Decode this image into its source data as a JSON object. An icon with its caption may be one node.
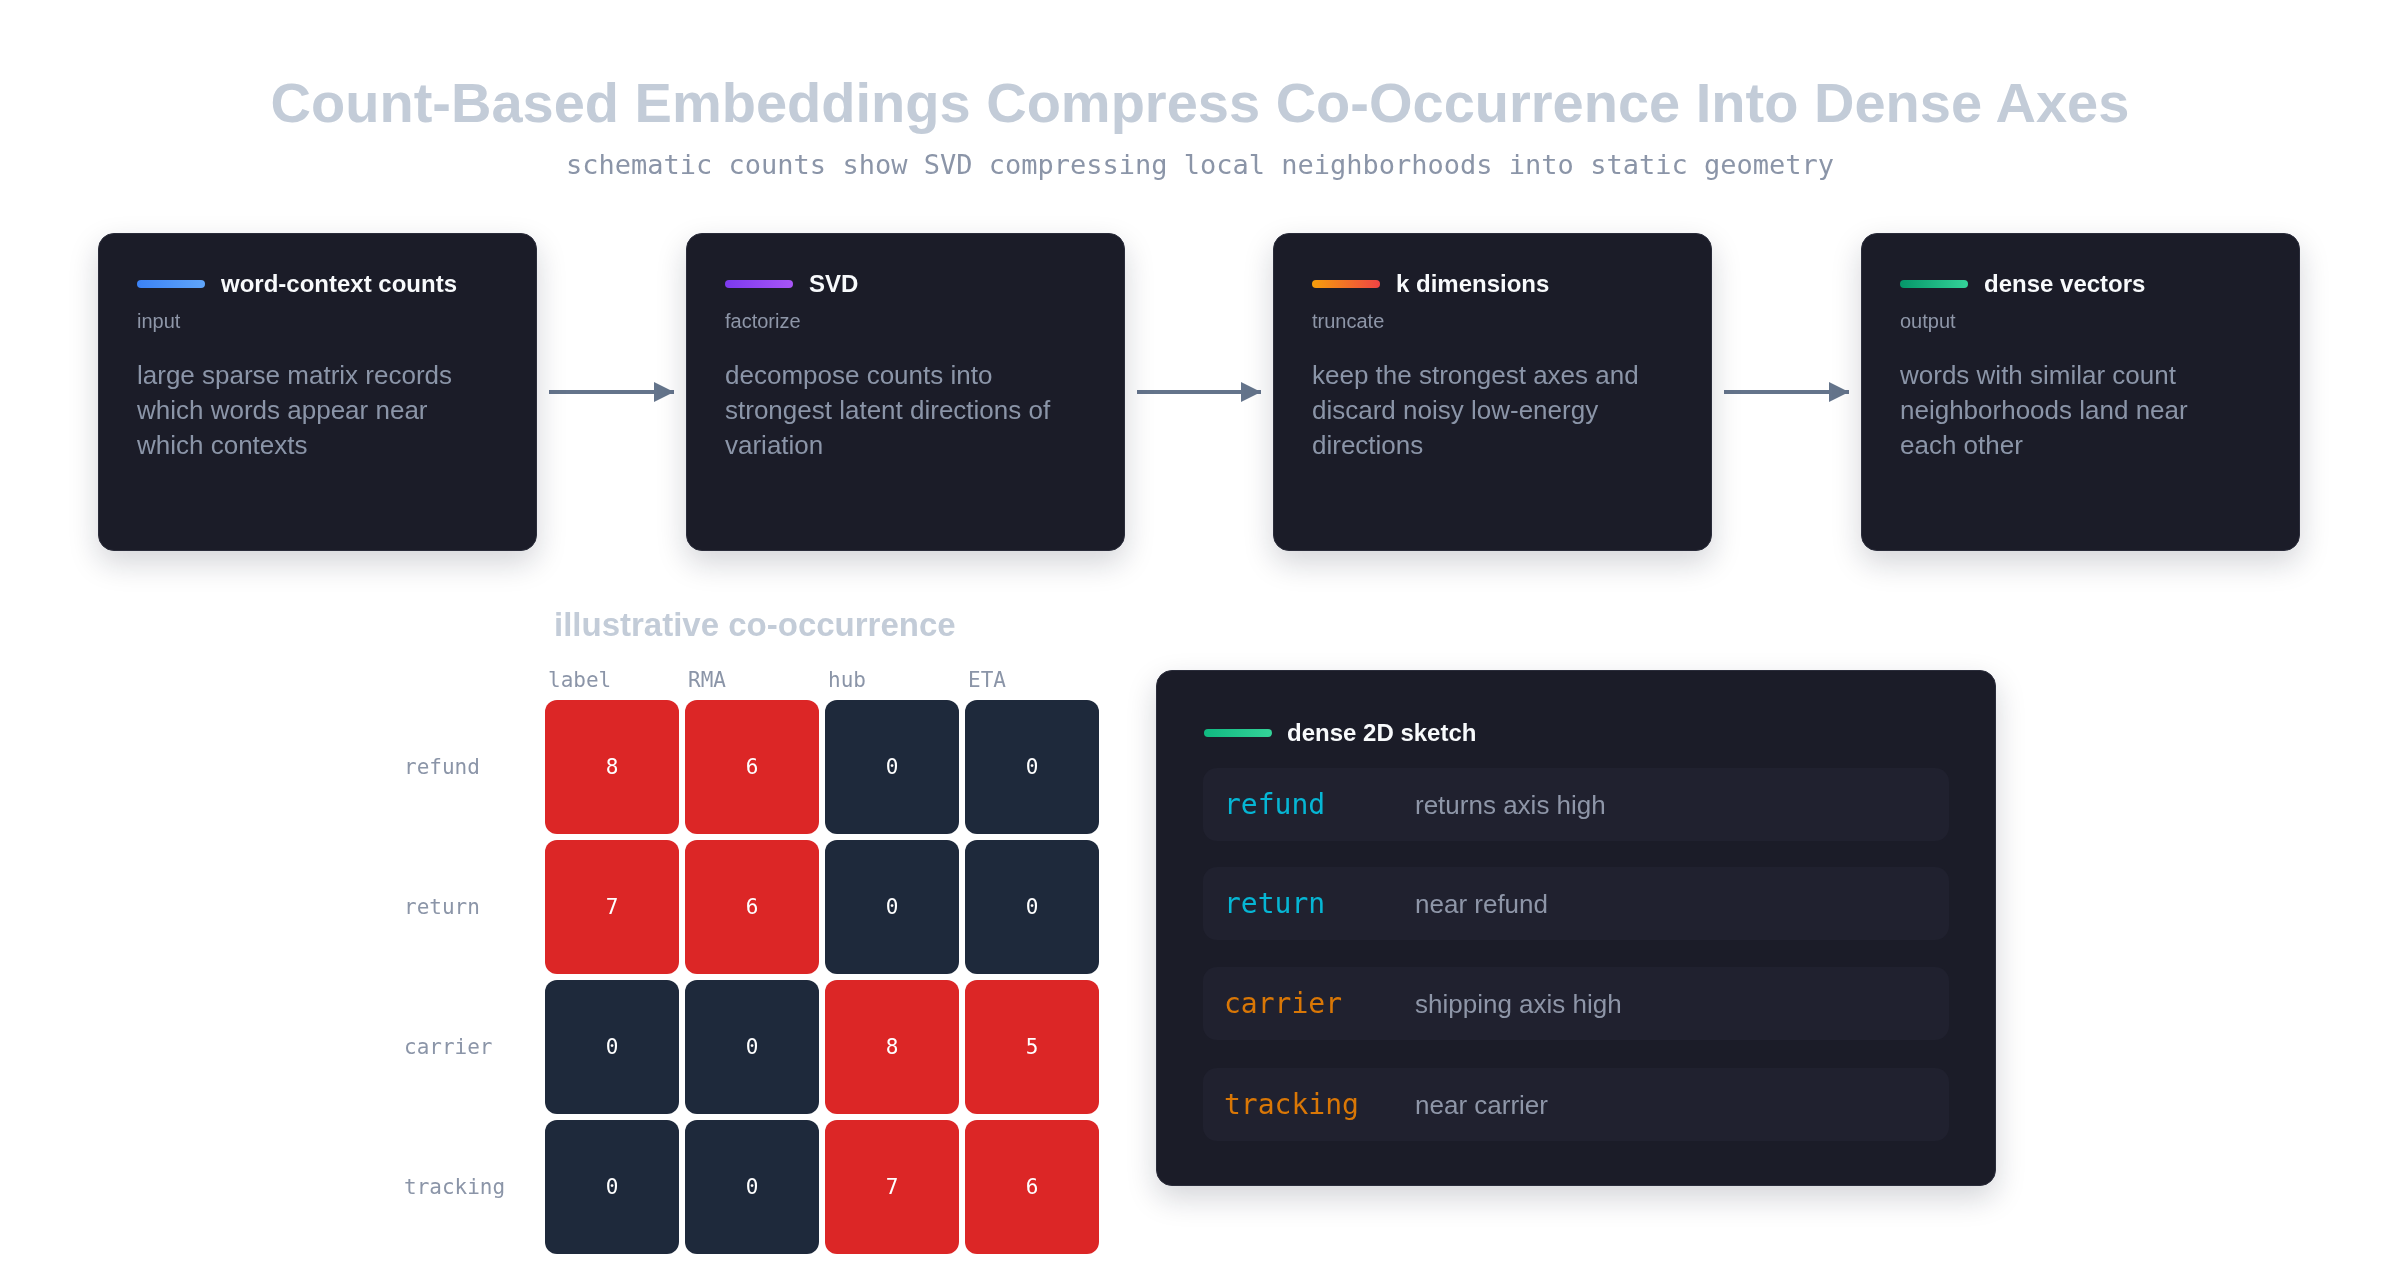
{
  "diagram": {
    "title": "Count-Based Embeddings Compress Co-Occurrence Into Dense Axes",
    "nodes": [
      {
        "text": [
          "word-context counts",
          "input",
          "large sparse matrix records which words appear near which contexts"
        ]
      },
      {
        "text": [
          "SVD",
          "factorize",
          "decompose counts into strongest latent directions of variation"
        ]
      },
      {
        "text": [
          "k dimensions",
          "truncate",
          "keep the strongest axes and discard noisy low-energy directions"
        ]
      },
      {
        "text": [
          "dense vectors",
          "output",
          "words with similar count neighborhoods land near each other"
        ]
      },
      {
        "text": [
          "dense 2D sketch"
        ]
      },
      {
        "text": [
          "refund",
          "returns axis high"
        ],
        "in": 4
      },
      {
        "text": [
          "return",
          "near refund"
        ],
        "in": 4
      },
      {
        "text": [
          "carrier",
          "shipping axis high"
        ],
        "in": 4
      },
      {
        "text": [
          "tracking",
          "near carrier"
        ],
        "in": 4
      }
    ],
    "edges": [
      {
        "from": 0,
        "to": 1,
        "arrow": "to"
      },
      {
        "from": 1,
        "to": 2,
        "arrow": "to"
      },
      {
        "from": 2,
        "to": 3,
        "arrow": "to"
      }
    ],
    "labels": [
      "schematic counts show SVD compressing local neighborhoods into static geometry",
      "illustrative co-occurrence",
      "label",
      "RMA",
      "hub",
      "ETA",
      "refund",
      "8",
      "6",
      "0",
      "0",
      "return",
      "7",
      "6",
      "0",
      "0",
      "carrier",
      "0",
      "0",
      "8",
      "5",
      "tracking",
      "0",
      "0",
      "7",
      "6"
    ]
  }
}
